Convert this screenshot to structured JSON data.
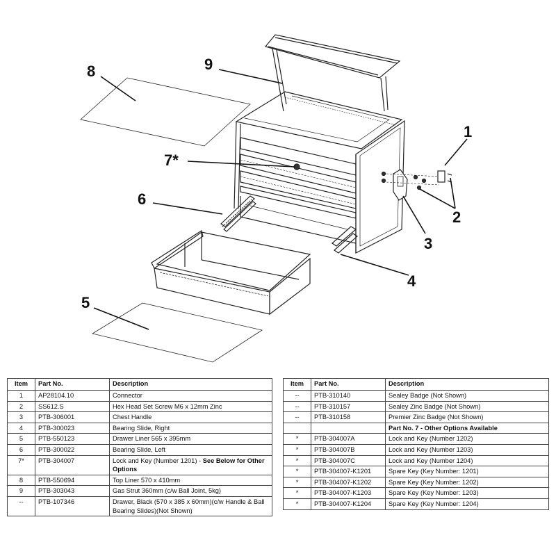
{
  "diagram": {
    "callouts": [
      "1",
      "2",
      "3",
      "4",
      "5",
      "6",
      "7*",
      "8",
      "9"
    ]
  },
  "table_left": {
    "headers": {
      "item": "Item",
      "part": "Part No.",
      "desc": "Description"
    },
    "rows": [
      {
        "item": "1",
        "part": "AP28104.10",
        "desc": "Connector"
      },
      {
        "item": "2",
        "part": "SS612.S",
        "desc": "Hex Head Set Screw M6 x 12mm Zinc"
      },
      {
        "item": "3",
        "part": "PTB-306001",
        "desc": "Chest Handle"
      },
      {
        "item": "4",
        "part": "PTB-300023",
        "desc": "Bearing Slide, Right"
      },
      {
        "item": "5",
        "part": "PTB-550123",
        "desc": "Drawer Liner 565 x 395mm"
      },
      {
        "item": "6",
        "part": "PTB-300022",
        "desc": "Bearing Slide, Left"
      },
      {
        "item": "7*",
        "part": "PTB-304007",
        "desc": "Lock and Key (Number 1201) - ",
        "desc_bold": "See Below for Other Options"
      },
      {
        "item": "8",
        "part": "PTB-550694",
        "desc": "Top Liner 570 x 410mm"
      },
      {
        "item": "9",
        "part": "PTB-303043",
        "desc": "Gas Strut 360mm (c/w Ball Joint, 5kg)"
      },
      {
        "item": "--",
        "part": "PTB-107346",
        "desc": "Drawer, Black (570 x 385 x 60mm)(c/w Handle & Ball Bearing Slides)(Not Shown)"
      }
    ]
  },
  "table_right": {
    "headers": {
      "item": "Item",
      "part": "Part No.",
      "desc": "Description"
    },
    "rows": [
      {
        "item": "--",
        "part": "PTB-310140",
        "desc": "Sealey Badge (Not Shown)"
      },
      {
        "item": "--",
        "part": "PTB-310157",
        "desc": "Sealey Zinc Badge (Not Shown)"
      },
      {
        "item": "--",
        "part": "PTB-310158",
        "desc": "Premier Zinc Badge (Not Shown)"
      },
      {
        "item": "",
        "part": "",
        "desc": "",
        "desc_bold": "Part No. 7 - Other Options Available"
      },
      {
        "item": "*",
        "part": "PTB-304007A",
        "desc": "Lock and Key (Number 1202)"
      },
      {
        "item": "*",
        "part": "PTB-304007B",
        "desc": "Lock and Key (Number 1203)"
      },
      {
        "item": "*",
        "part": "PTB-304007C",
        "desc": "Lock and Key (Number 1204)"
      },
      {
        "item": "*",
        "part": "PTB-304007-K1201",
        "desc": "Spare Key (Key Number: 1201)"
      },
      {
        "item": "*",
        "part": "PTB-304007-K1202",
        "desc": "Spare Key (Key Number: 1202)"
      },
      {
        "item": "*",
        "part": "PTB-304007-K1203",
        "desc": "Spare Key (Key Number: 1203)"
      },
      {
        "item": "*",
        "part": "PTB-304007-K1204",
        "desc": "Spare Key (Key Number: 1204)"
      }
    ]
  }
}
